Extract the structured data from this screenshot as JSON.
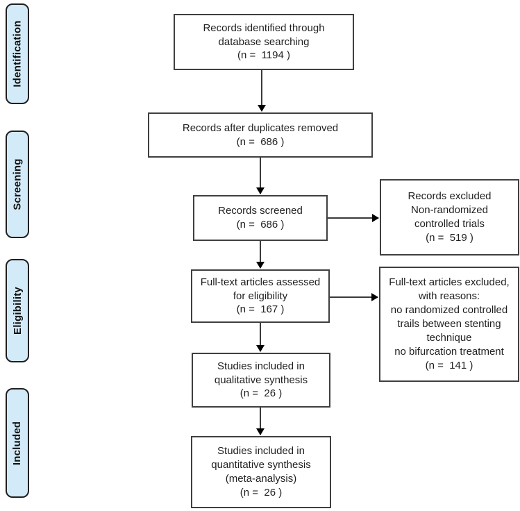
{
  "sidebar": {
    "stages": [
      {
        "label": "Identification"
      },
      {
        "label": "Screening"
      },
      {
        "label": "Eligibility"
      },
      {
        "label": "Included"
      }
    ]
  },
  "flow": {
    "identified": "Records identified through\ndatabase searching\n(n =  1194 )",
    "deduplicated": "Records after duplicates removed\n(n =  686 )",
    "screened": "Records screened\n(n =  686 )",
    "records_excluded": "Records excluded\nNon-randomized\ncontrolled trials\n(n =  519 )",
    "fulltext_assessed": "Full-text articles assessed\nfor eligibility\n(n =  167 )",
    "fulltext_excluded": "Full-text articles excluded,\nwith reasons:\nno randomized controlled\ntrails between stenting\ntechnique\nno bifurcation treatment\n(n =  141 )",
    "qualitative": "Studies included in\nqualitative synthesis\n(n =  26 )",
    "quantitative": "Studies included in\nquantitative synthesis\n(meta-analysis)\n(n =  26 )"
  },
  "colors": {
    "stage_fill": "#d3eaf8",
    "box_border": "#3f3f3f",
    "arrow": "#000000"
  }
}
